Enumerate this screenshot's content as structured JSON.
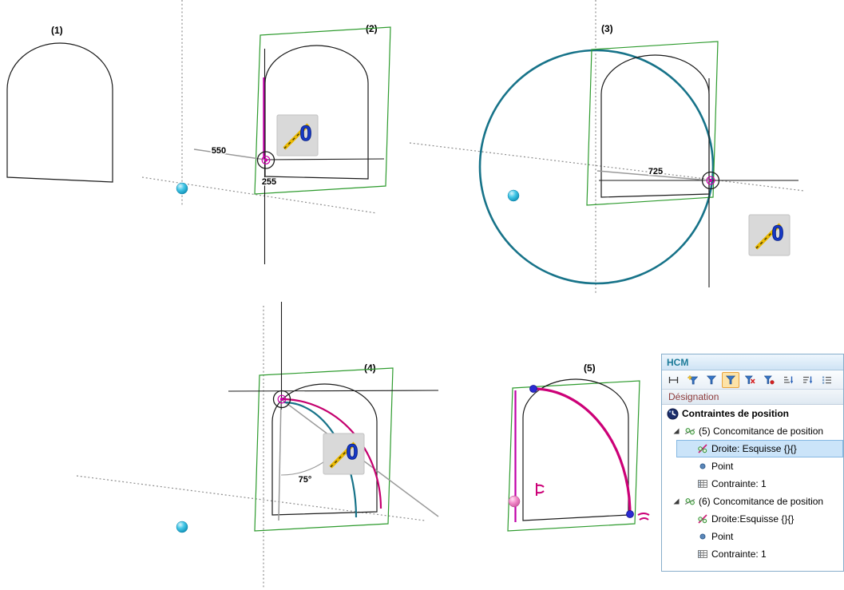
{
  "steps": {
    "s1": {
      "label": "(1)"
    },
    "s2": {
      "label": "(2)",
      "dim_horizontal": "550",
      "dim_vertical": "255"
    },
    "s3": {
      "label": "(3)",
      "dim_radius": "725"
    },
    "s4": {
      "label": "(4)",
      "dim_angle": "75°"
    },
    "s5": {
      "label": "(5)"
    }
  },
  "badge": {
    "zero": "0"
  },
  "hcm": {
    "title": "HCM",
    "column_header": "Désignation",
    "toolbar_icons": [
      "measure-filter-icon",
      "filter-add-icon",
      "filter-icon",
      "filter-active-icon",
      "filter-error-icon",
      "filter-record-icon",
      "sort-ascending-icon",
      "sort-numbered-icon",
      "list-order-icon"
    ],
    "tree": [
      {
        "label": "Contraintes de position",
        "level": 0,
        "bold": true,
        "icon": "position-constraints-icon"
      },
      {
        "label": "(5) Concomitance de position",
        "level": 1,
        "expanded": true,
        "icon": "coincidence-constraint-icon"
      },
      {
        "label": "Droite: Esquisse {}{}",
        "level": 2,
        "selected": true,
        "icon": "line-entity-icon"
      },
      {
        "label": "Point",
        "level": 2,
        "icon": "point-entity-icon"
      },
      {
        "label": "Contrainte: 1",
        "level": 2,
        "icon": "constraint-table-icon"
      },
      {
        "label": "(6) Concomitance de position",
        "level": 1,
        "expanded": true,
        "icon": "coincidence-constraint-icon"
      },
      {
        "label": "Droite:Esquisse {}{}",
        "level": 2,
        "icon": "line-entity-icon"
      },
      {
        "label": "Point",
        "level": 2,
        "icon": "point-entity-icon"
      },
      {
        "label": "Contrainte: 1",
        "level": 2,
        "icon": "constraint-table-icon"
      }
    ]
  },
  "colors": {
    "plane_green": "#2e9b2e",
    "teal": "#177389",
    "magenta_line": "#c000a8",
    "crimson_arc": "#c4006e",
    "magenta_arc": "#cc0077",
    "cyan_sphere": "#29bde2",
    "pink_sphere": "#ee86c8",
    "blue_point": "#2a2ad2",
    "badge_blue": "#1739c9",
    "icon_yellow": "#e9b800",
    "selection_bg": "#cbe4f9",
    "hcm_title_text": "#1c7a99",
    "column_header_text": "#8e3b3b"
  }
}
